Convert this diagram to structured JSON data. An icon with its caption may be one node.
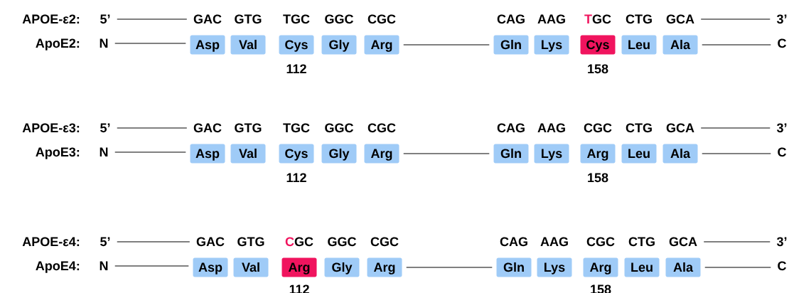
{
  "diagram": {
    "nodes": [
      {
        "text": [
          "5’"
        ]
      },
      {
        "text": [
          "GAC"
        ]
      },
      {
        "text": [
          "GTG"
        ]
      },
      {
        "text": [
          "TGC"
        ]
      },
      {
        "text": [
          "GGC"
        ]
      },
      {
        "text": [
          "CGC"
        ]
      },
      {
        "text": [
          "CAG"
        ]
      },
      {
        "text": [
          "AAG"
        ]
      },
      {
        "text": [
          "T",
          "GC"
        ]
      },
      {
        "text": [
          "CTG"
        ]
      },
      {
        "text": [
          "GCA"
        ]
      },
      {
        "text": [
          "3’"
        ]
      },
      {
        "text": [
          "N"
        ]
      },
      {
        "text": [
          "Asp"
        ]
      },
      {
        "text": [
          "Val"
        ]
      },
      {
        "text": [
          "Cys"
        ]
      },
      {
        "text": [
          "Gly"
        ]
      },
      {
        "text": [
          "Arg"
        ]
      },
      {
        "text": [
          "Gln"
        ]
      },
      {
        "text": [
          "Lys"
        ]
      },
      {
        "text": [
          "Cys"
        ]
      },
      {
        "text": [
          "Leu"
        ]
      },
      {
        "text": [
          "Ala"
        ]
      },
      {
        "text": [
          "C"
        ]
      },
      {
        "text": [
          "5’"
        ]
      },
      {
        "text": [
          "GAC"
        ]
      },
      {
        "text": [
          "GTG"
        ]
      },
      {
        "text": [
          "TGC"
        ]
      },
      {
        "text": [
          "GGC"
        ]
      },
      {
        "text": [
          "CGC"
        ]
      },
      {
        "text": [
          "CAG"
        ]
      },
      {
        "text": [
          "AAG"
        ]
      },
      {
        "text": [
          "CGC"
        ]
      },
      {
        "text": [
          "CTG"
        ]
      },
      {
        "text": [
          "GCA"
        ]
      },
      {
        "text": [
          "3’"
        ]
      },
      {
        "text": [
          "N"
        ]
      },
      {
        "text": [
          "Asp"
        ]
      },
      {
        "text": [
          "Val"
        ]
      },
      {
        "text": [
          "Cys"
        ]
      },
      {
        "text": [
          "Gly"
        ]
      },
      {
        "text": [
          "Arg"
        ]
      },
      {
        "text": [
          "Gln"
        ]
      },
      {
        "text": [
          "Lys"
        ]
      },
      {
        "text": [
          "Arg"
        ]
      },
      {
        "text": [
          "Leu"
        ]
      },
      {
        "text": [
          "Ala"
        ]
      },
      {
        "text": [
          "C"
        ]
      },
      {
        "text": [
          "5’"
        ]
      },
      {
        "text": [
          "GAC"
        ]
      },
      {
        "text": [
          "GTG"
        ]
      },
      {
        "text": [
          "C",
          "GC"
        ]
      },
      {
        "text": [
          "GGC"
        ]
      },
      {
        "text": [
          "CGC"
        ]
      },
      {
        "text": [
          "CAG"
        ]
      },
      {
        "text": [
          "AAG"
        ]
      },
      {
        "text": [
          "CGC"
        ]
      },
      {
        "text": [
          "CTG"
        ]
      },
      {
        "text": [
          "GCA"
        ]
      },
      {
        "text": [
          "3’"
        ]
      },
      {
        "text": [
          "N"
        ]
      },
      {
        "text": [
          "Asp"
        ]
      },
      {
        "text": [
          "Val"
        ]
      },
      {
        "text": [
          "Arg"
        ]
      },
      {
        "text": [
          "Gly"
        ]
      },
      {
        "text": [
          "Arg"
        ]
      },
      {
        "text": [
          "Gln"
        ]
      },
      {
        "text": [
          "Lys"
        ]
      },
      {
        "text": [
          "Arg"
        ]
      },
      {
        "text": [
          "Leu"
        ]
      },
      {
        "text": [
          "Ala"
        ]
      },
      {
        "text": [
          "C"
        ]
      }
    ],
    "edges": [
      {
        "from": 0,
        "to": 1,
        "arrow": "none"
      },
      {
        "from": 10,
        "to": 11,
        "arrow": "none"
      },
      {
        "from": 12,
        "to": 13,
        "arrow": "none"
      },
      {
        "from": 17,
        "to": 18,
        "arrow": "none"
      },
      {
        "from": 22,
        "to": 23,
        "arrow": "none"
      },
      {
        "from": 24,
        "to": 25,
        "arrow": "none"
      },
      {
        "from": 34,
        "to": 35,
        "arrow": "none"
      },
      {
        "from": 36,
        "to": 37,
        "arrow": "none"
      },
      {
        "from": 41,
        "to": 42,
        "arrow": "none"
      },
      {
        "from": 46,
        "to": 47,
        "arrow": "none"
      },
      {
        "from": 48,
        "to": 49,
        "arrow": "none"
      },
      {
        "from": 58,
        "to": 59,
        "arrow": "none"
      },
      {
        "from": 60,
        "to": 61,
        "arrow": "none"
      },
      {
        "from": 65,
        "to": 66,
        "arrow": "none"
      },
      {
        "from": 70,
        "to": 71,
        "arrow": "none"
      }
    ],
    "labels": [
      "APOE-ε2:",
      "ApoE2:",
      "112",
      "158",
      "APOE-ε3:",
      "ApoE3:",
      "112",
      "158",
      "APOE-ε4:",
      "ApoE4:",
      "112",
      "158"
    ]
  }
}
